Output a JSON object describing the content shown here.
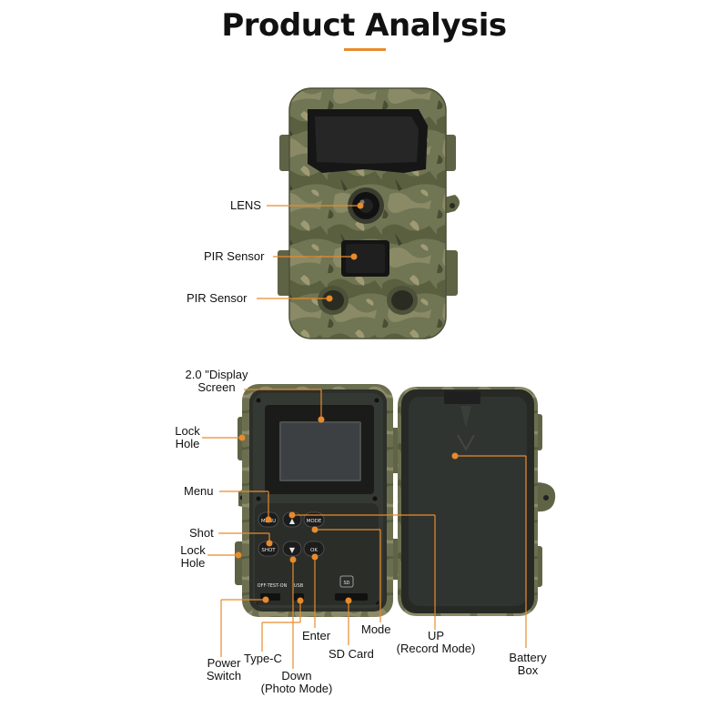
{
  "title": "Product Analysis",
  "colors": {
    "accent": "#e98a2b",
    "camo_base": "#6f7454",
    "device_body": "#2f332d"
  },
  "front": {
    "lens": "LENS",
    "pir_sensor_1": "PIR Sensor",
    "pir_sensor_2": "PIR Sensor"
  },
  "back": {
    "display_line1": "2.0 \"Display",
    "display_line2": "Screen",
    "lock_hole_top_1": "Lock",
    "lock_hole_top_2": "Hole",
    "menu": "Menu",
    "shot": "Shot",
    "lock_hole_bottom_1": "Lock",
    "lock_hole_bottom_2": "Hole",
    "power_switch_1": "Power",
    "power_switch_2": "Switch",
    "type_c": "Type-C",
    "down_1": "Down",
    "down_2": "(Photo Mode)",
    "enter": "Enter",
    "sd_card": "SD Card",
    "mode": "Mode",
    "up_1": "UP",
    "up_2": "(Record Mode)",
    "battery_1": "Battery",
    "battery_2": "Box"
  },
  "device_labels": {
    "menu_btn": "MENU",
    "up_btn": "▲",
    "mode_btn": "MODE",
    "shot_btn": "SHOT",
    "down_btn": "▼",
    "ok_btn": "OK",
    "switch_text": "OFF-TEST-ON",
    "usb_text": "USB",
    "sd_text": "SD"
  }
}
